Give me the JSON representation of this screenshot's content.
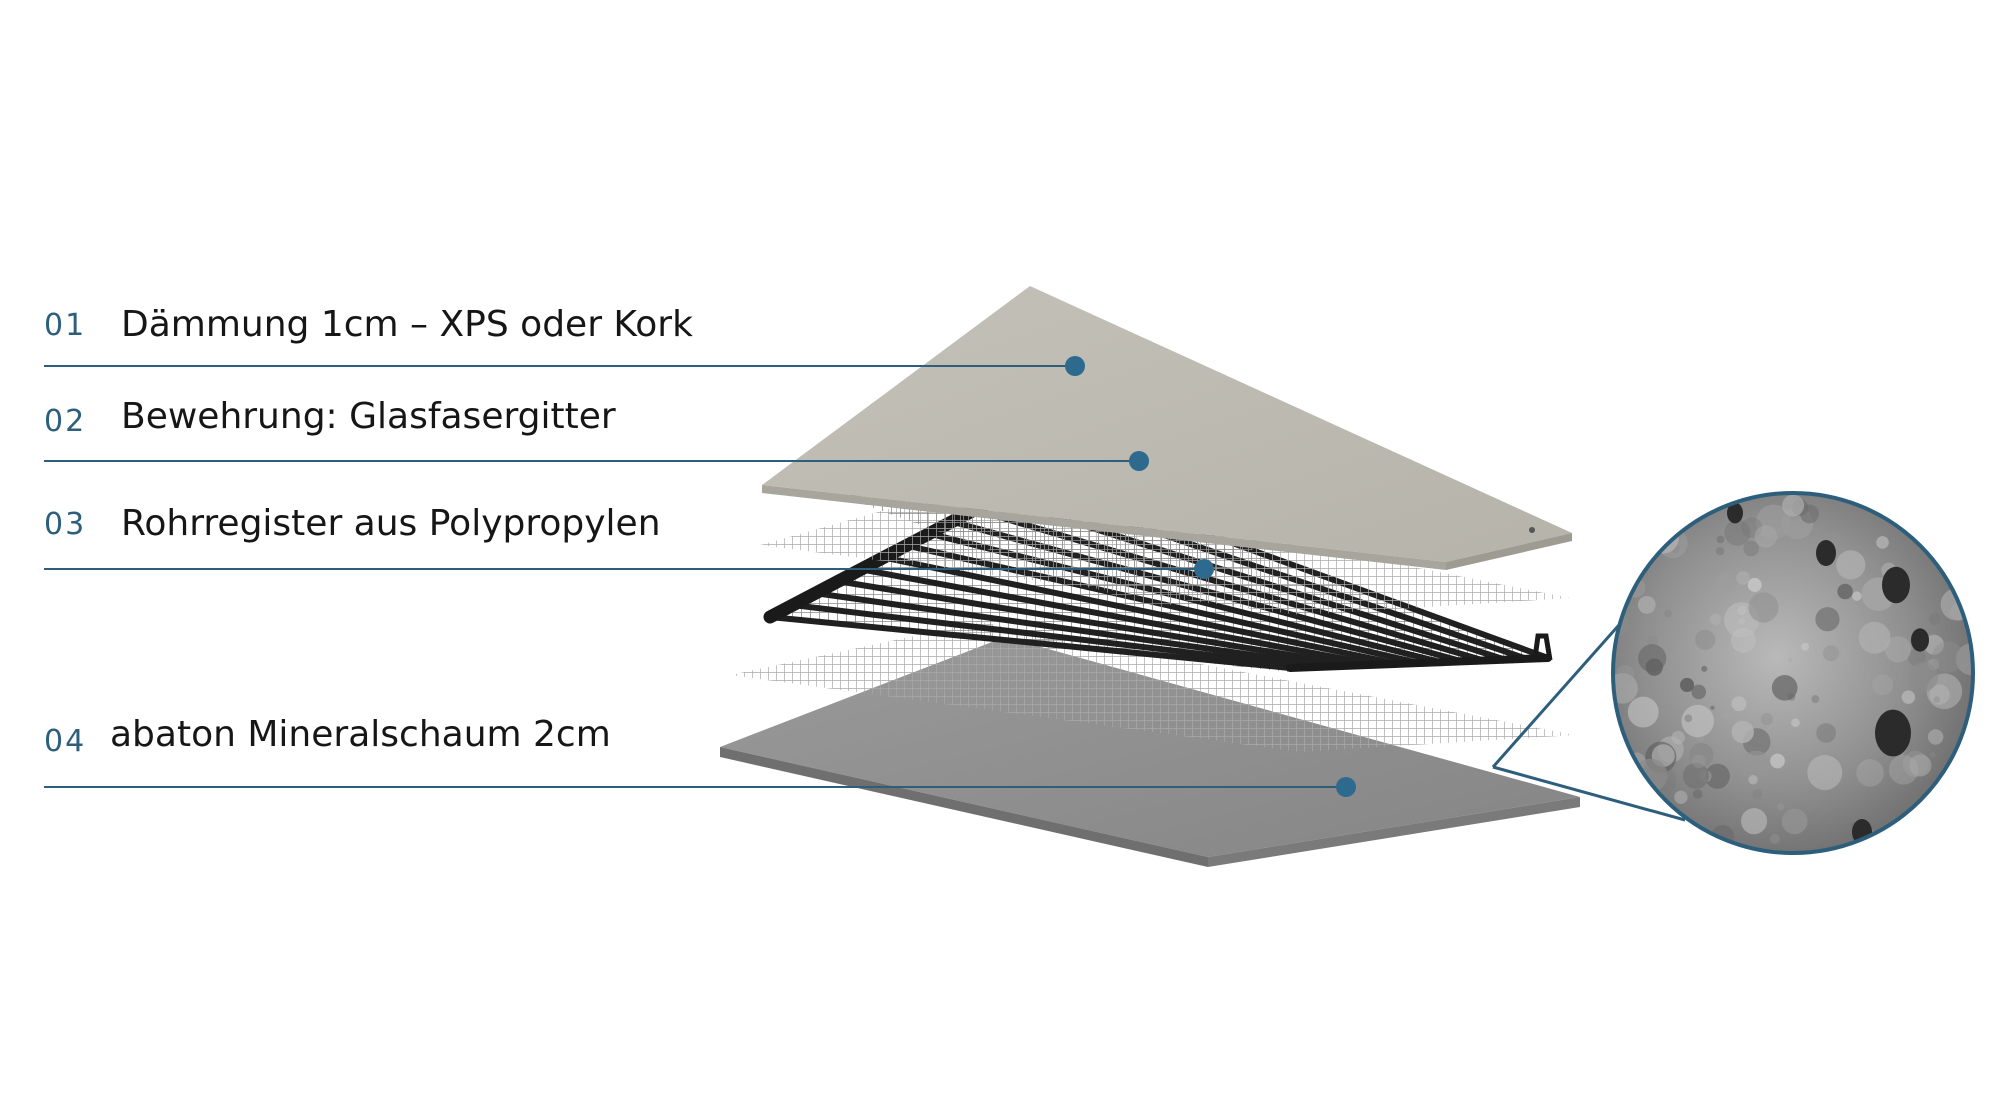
{
  "layers": [
    {
      "number": "01",
      "label": "Dämmung 1cm – XPS oder Kork"
    },
    {
      "number": "02",
      "label": "Bewehrung: Glasfasergitter"
    },
    {
      "number": "03",
      "label": "Rohrregister aus Polypropylen"
    },
    {
      "number": "04",
      "label": "abaton Mineralschaum 2cm"
    }
  ],
  "colors": {
    "accent": "#2d5f7d",
    "text": "#161616",
    "insulation_board": "#bdbab1",
    "mesh": "#9a9a9a",
    "pipe_register": "#1f1f1f",
    "mineral_foam": "#8e8e8e"
  }
}
